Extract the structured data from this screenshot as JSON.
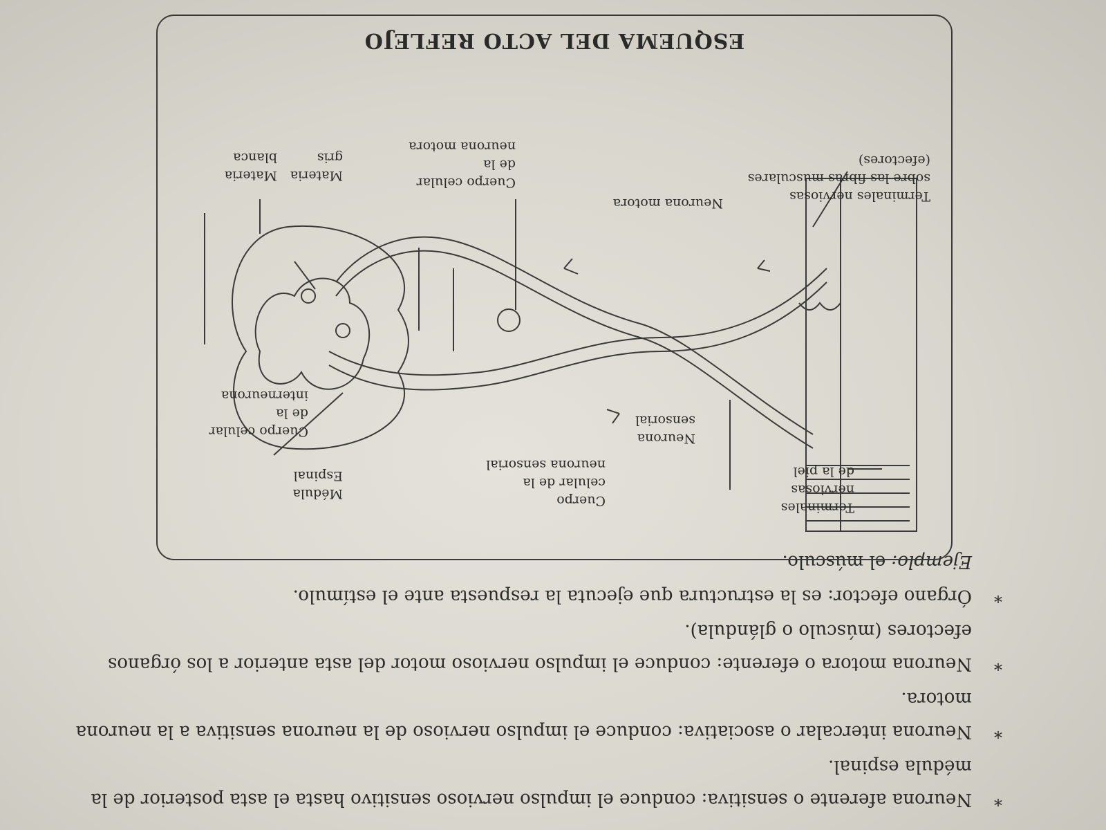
{
  "bullets": [
    {
      "term": "Neurona aferente o sensitiva:",
      "text": " conduce el impulso nervioso sensitivo hasta el asta posterior de la médula espinal."
    },
    {
      "term": "Neurona intercalar o asociativa:",
      "text": " conduce el impulso nervioso de la neurona sensitiva a la neurona motora."
    },
    {
      "term": "Neurona motora o eferente:",
      "text": " conduce el impulso nervioso motor del asta anterior a los órganos efectores (músculo o glándula)."
    },
    {
      "term": "Órgano efector:",
      "text": " es la estructura que ejecuta la respuesta ante el estímulo."
    }
  ],
  "example": {
    "label": "Ejemplo:",
    "text": " el músculo."
  },
  "diagram": {
    "title": "ESQUEMA DEL ACTO REFLEJO",
    "labels": {
      "efectores": [
        "Terminales nerviosas",
        "sobre las fibras musculares",
        "(efectores)"
      ],
      "cuerpo_motora": [
        "Cuerpo celular",
        "de la",
        "neurona motora"
      ],
      "materia_gris": [
        "Materia",
        "gris"
      ],
      "materia_blanca": [
        "Materia",
        "blanca"
      ],
      "neurona_motora": [
        "Neurona motora"
      ],
      "neurona_sensorial": [
        "Neurona",
        "sensorial"
      ],
      "cuerpo_interneurona": [
        "Cuerpo celular",
        "de la",
        "interneurona"
      ],
      "terminales_piel": [
        "Terminales",
        "nerviosas",
        "de la piel"
      ],
      "cuerpo_sensorial": [
        "Cuerpo",
        "celular de la",
        "neurona sensorial"
      ],
      "medula": [
        "Médula",
        "Espinal"
      ]
    }
  }
}
